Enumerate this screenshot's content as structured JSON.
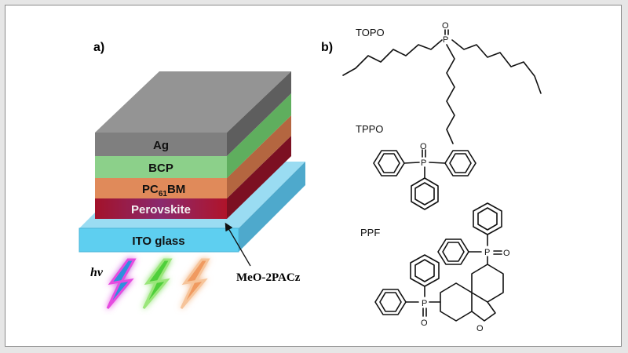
{
  "panel_a": {
    "label": "a)",
    "layers": {
      "ag": "Ag",
      "bcp": "BCP",
      "pcbm_main": "PC",
      "pcbm_sub": "61",
      "pcbm_tail": "BM",
      "perovskite": "Perovskite",
      "ito": "ITO glass"
    },
    "light_label": "hv",
    "sam_label": "MeO-2PACz"
  },
  "panel_b": {
    "label": "b)",
    "molecules": {
      "topo": "TOPO",
      "tppo": "TPPO",
      "ppf": "PPF"
    },
    "atoms": {
      "phosphorus": "P",
      "oxygen": "O"
    }
  },
  "colors": {
    "ag": "#7f7f7f",
    "bcp": "#8cd08a",
    "pcbm": "#e08a5a",
    "perovskite": "#b8182e",
    "ito": "#5ecff0"
  }
}
